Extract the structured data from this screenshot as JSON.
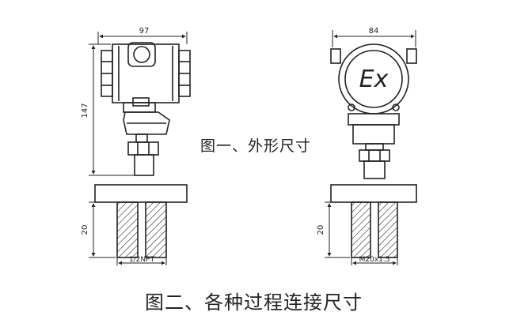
{
  "figure1": {
    "caption": "图一、外形尺寸",
    "left_width_dim": "97",
    "left_height_dim": "147",
    "right_width_dim": "84",
    "explosion_mark": "Ex"
  },
  "figure2": {
    "caption": "图二、各种过程连接尺寸",
    "left_depth_dim": "20",
    "left_thread": "1/2NPT",
    "right_depth_dim": "20",
    "right_thread": "M20x1.5"
  }
}
